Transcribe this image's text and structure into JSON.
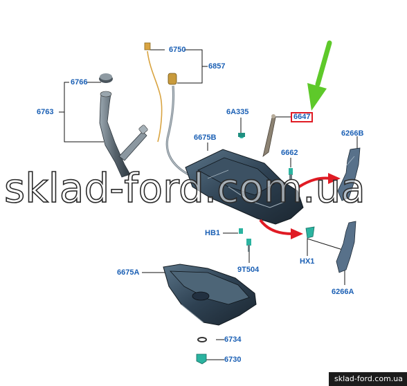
{
  "diagram": {
    "parts": [
      {
        "id": "6750",
        "label": "6750"
      },
      {
        "id": "6857",
        "label": "6857"
      },
      {
        "id": "6766",
        "label": "6766"
      },
      {
        "id": "6763",
        "label": "6763"
      },
      {
        "id": "6A335",
        "label": "6A335"
      },
      {
        "id": "6647",
        "label": "6647",
        "highlighted": true
      },
      {
        "id": "6675B",
        "label": "6675B"
      },
      {
        "id": "6662",
        "label": "6662"
      },
      {
        "id": "6266B",
        "label": "6266B"
      },
      {
        "id": "HB1",
        "label": "HB1"
      },
      {
        "id": "9T504",
        "label": "9T504"
      },
      {
        "id": "HX1",
        "label": "HX1"
      },
      {
        "id": "6266A",
        "label": "6266A"
      },
      {
        "id": "6675A",
        "label": "6675A"
      },
      {
        "id": "6734",
        "label": "6734"
      },
      {
        "id": "6730",
        "label": "6730"
      }
    ],
    "label_color": "#1a5fb4",
    "highlight_color": "#e01b24",
    "pointer_arrow_color": "#5ec92a",
    "flow_arrow_color": "#e01b24"
  },
  "watermark": "sklad-ford.com.ua",
  "footer": "sklad-ford.com.ua"
}
